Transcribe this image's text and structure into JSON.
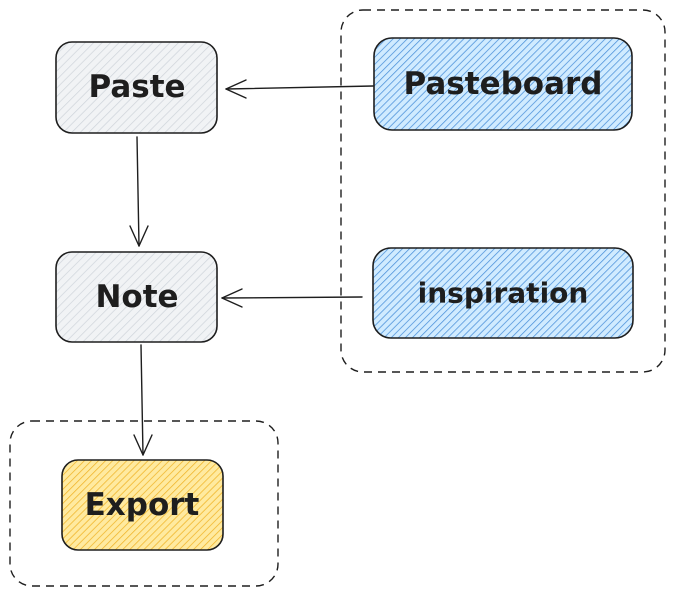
{
  "diagram": {
    "nodes": {
      "paste": {
        "label": "Paste",
        "fill": "#f1f3f5",
        "hatch": "#ced4da"
      },
      "note": {
        "label": "Note",
        "fill": "#f1f3f5",
        "hatch": "#ced4da"
      },
      "export": {
        "label": "Export",
        "fill": "#ffeaa0",
        "hatch": "#f0b429"
      },
      "pasteboard": {
        "label": "Pasteboard",
        "fill": "#d0ebff",
        "hatch": "#4a90d9"
      },
      "inspiration": {
        "label": "inspiration",
        "fill": "#d0ebff",
        "hatch": "#4a90d9"
      }
    },
    "edges": [
      {
        "from": "pasteboard",
        "to": "paste"
      },
      {
        "from": "inspiration",
        "to": "note"
      },
      {
        "from": "paste",
        "to": "note"
      },
      {
        "from": "note",
        "to": "export"
      }
    ],
    "groups": [
      {
        "members": [
          "pasteboard",
          "inspiration"
        ],
        "style": "dashed"
      },
      {
        "members": [
          "export"
        ],
        "style": "dashed"
      }
    ],
    "stroke_color": "#1e1e1e"
  }
}
